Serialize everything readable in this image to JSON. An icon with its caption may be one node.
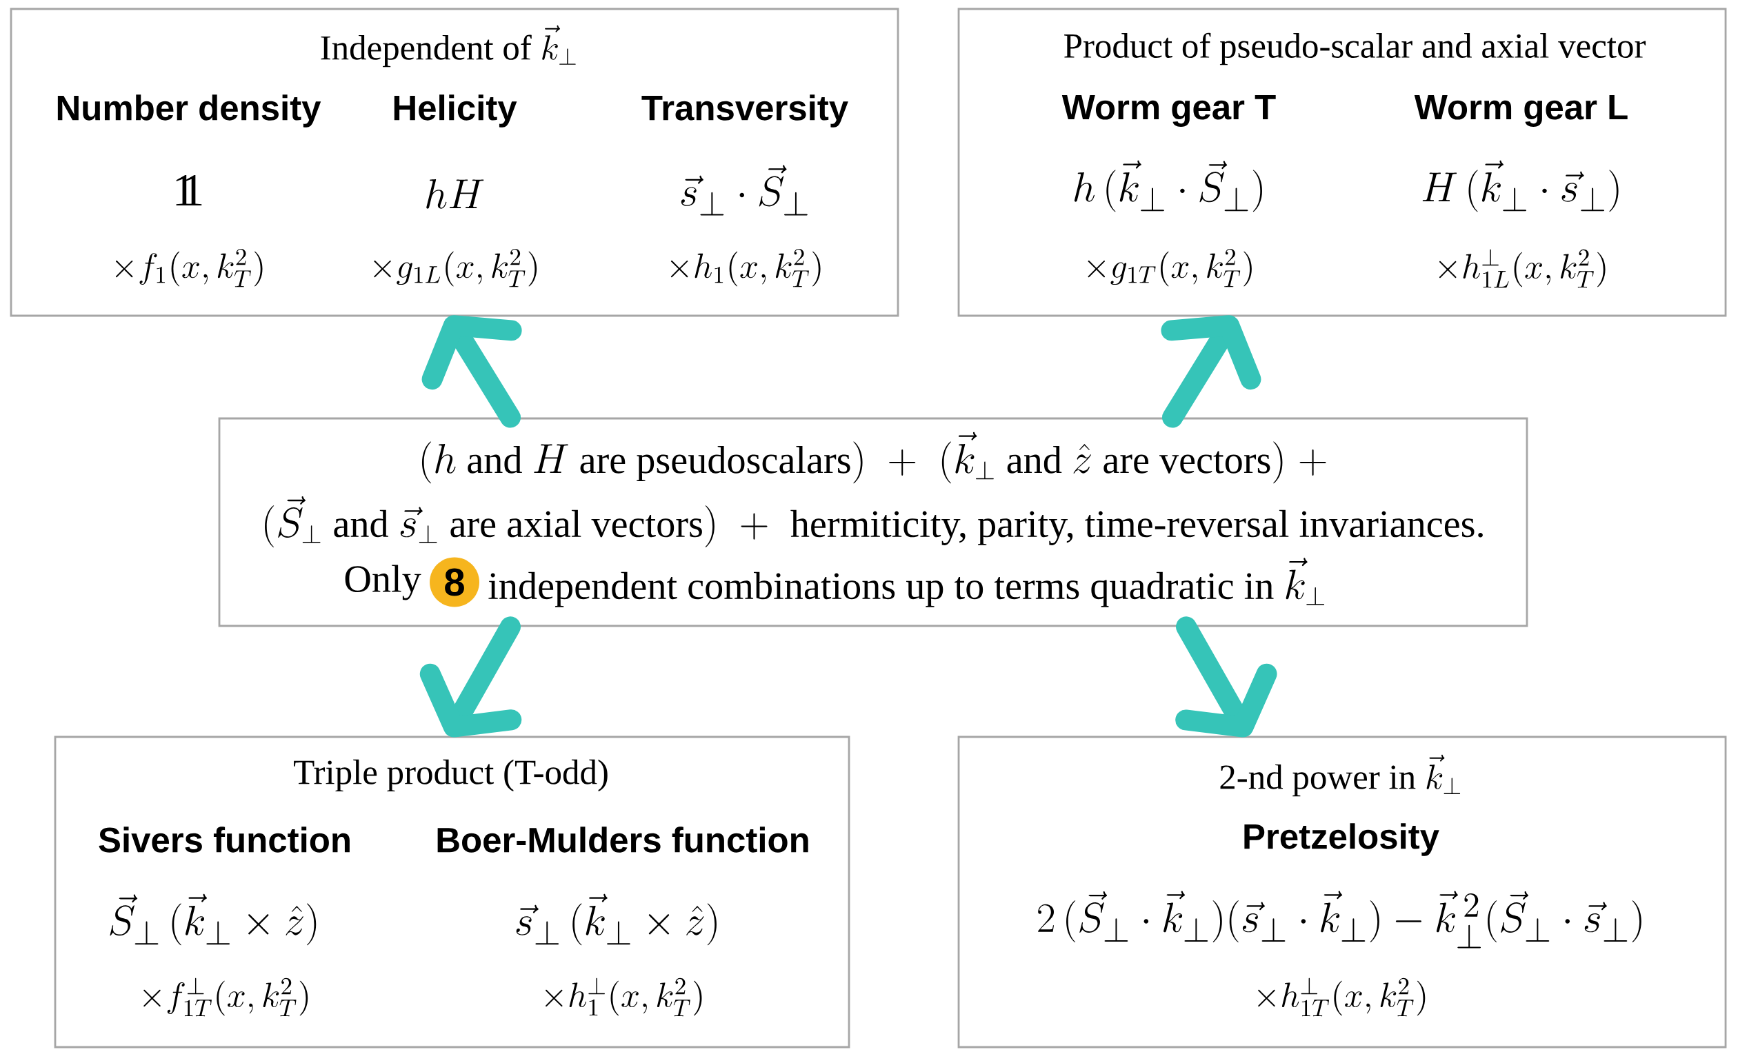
{
  "diagram": {
    "nodes": [
      {
        "text": [
          "\\text{Independent of }\\vec{k}_\\perp",
          "Number density",
          "Helicity",
          "Transversity",
          "\\mathrm{1\\!\\!1}",
          "hH",
          "\\vec{s}_\\perp\\cdot\\vec{S}_\\perp",
          "\\times f_1(x,k_T^2)",
          "\\times g_{1L}(x,k_T^2)",
          "\\times h_1(x,k_T^2)"
        ]
      },
      {
        "text": [
          "Product of pseudo-scalar and axial vector",
          "Worm gear T",
          "Worm gear L",
          "h\\,(\\vec{k}_\\perp\\cdot\\vec{S}_\\perp)",
          "H\\,(\\vec{k}_\\perp\\cdot\\vec{s}_\\perp)",
          "\\times g_{1T}(x,k_T^2)",
          "\\times h_{1L}^{\\perp}(x,k_T^2)"
        ]
      },
      {
        "text": [
          "(h\\text{ and }H\\text{ are pseudoscalars})\\;+\\;(\\vec{k}_\\perp\\text{ and }\\hat{z}\\text{ are vectors})\\;+",
          "(\\vec{S}_\\perp\\text{ and }\\vec{s}_\\perp\\text{ are axial vectors})\\;+\\;\\text{hermiticity, parity, time-reversal invariances.}",
          "Only",
          "\\text{independent combinations up to terms quadratic in }\\vec{k}_\\perp"
        ]
      },
      {
        "text": [
          "8"
        ],
        "in": 2
      },
      {
        "text": [
          "Triple product (T-odd)",
          "Sivers function",
          "Boer-Mulders function",
          "\\vec{S}_\\perp\\,(\\vec{k}_\\perp\\times\\hat{z})",
          "\\vec{s}_\\perp\\,(\\vec{k}_\\perp\\times\\hat{z})",
          "\\times f_{1T}^{\\perp}(x,k_T^2)",
          "\\times h_1^{\\perp}(x,k_T^2)"
        ]
      },
      {
        "text": [
          "\\text{2-nd power in }\\vec{k}_\\perp",
          "Pretzelosity",
          "2\\,(\\vec{S}_\\perp\\cdot\\vec{k}_\\perp)(\\vec{s}_\\perp\\cdot\\vec{k}_\\perp)-\\vec{k}_\\perp^{\\,2}(\\vec{S}_\\perp\\cdot\\vec{s}_\\perp)",
          "\\times h_{1T}^{\\perp}(x,k_T^2)"
        ]
      }
    ],
    "edges": [
      {
        "from": 2,
        "to": 0,
        "arrow": "to"
      },
      {
        "from": 2,
        "to": 1,
        "arrow": "to"
      },
      {
        "from": 2,
        "to": 4,
        "arrow": "to"
      },
      {
        "from": 2,
        "to": 5,
        "arrow": "to"
      }
    ]
  }
}
